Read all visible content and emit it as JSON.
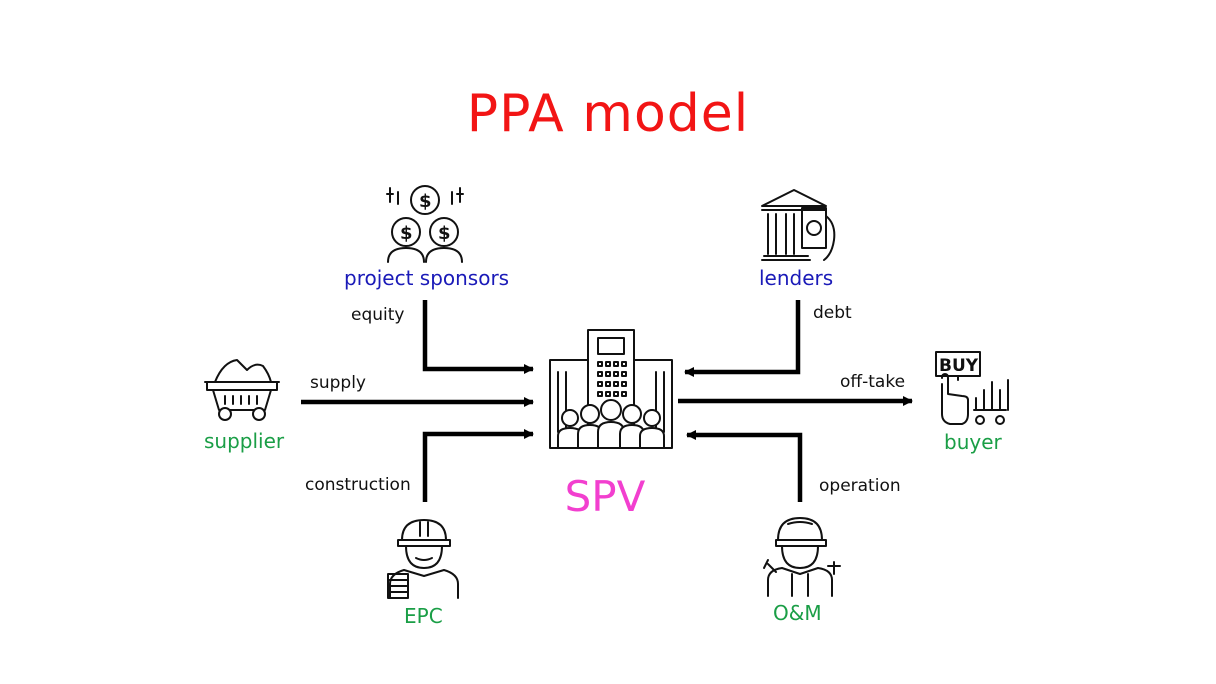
{
  "title": "PPA model",
  "center": {
    "label": "SPV"
  },
  "nodes": {
    "project_sponsors": {
      "label": "project sponsors",
      "icon": "investors-icon"
    },
    "lenders": {
      "label": "lenders",
      "icon": "bank-icon"
    },
    "supplier": {
      "label": "supplier",
      "icon": "mining-cart-icon"
    },
    "buyer": {
      "label": "buyer",
      "icon": "buy-sign-icon"
    },
    "epc": {
      "label": "EPC",
      "icon": "construction-worker-icon"
    },
    "om": {
      "label": "O&M",
      "icon": "maintenance-worker-icon"
    }
  },
  "flows": {
    "equity": "equity",
    "debt": "debt",
    "supply": "supply",
    "off_take": "off-take",
    "construction": "construction",
    "operation": "operation"
  },
  "colors": {
    "title": "#f21515",
    "center": "#f23fcf",
    "finance_labels": "#1a1ab8",
    "operations_labels": "#1a9e46",
    "arrows": "#000000"
  }
}
